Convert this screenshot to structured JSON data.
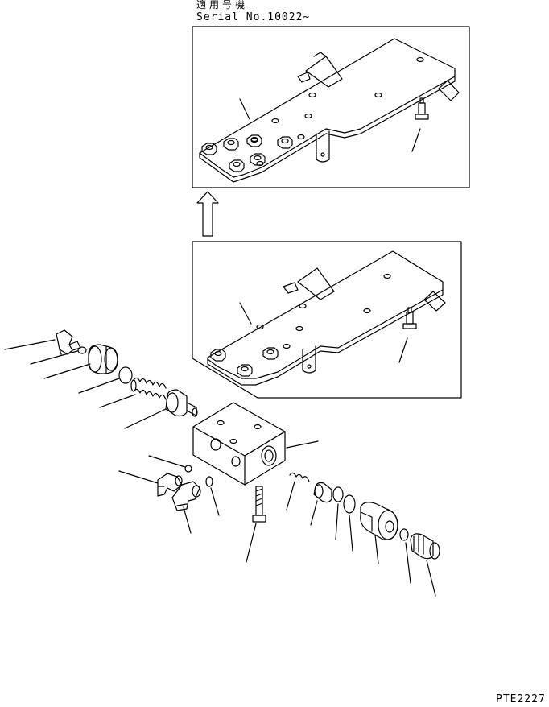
{
  "header": {
    "applies_to": "適用号機",
    "serial": "Serial No.10022~"
  },
  "footer": {
    "drawing_code": "PTE2227"
  },
  "colors": {
    "ink": "#000000",
    "paper": "#ffffff"
  }
}
